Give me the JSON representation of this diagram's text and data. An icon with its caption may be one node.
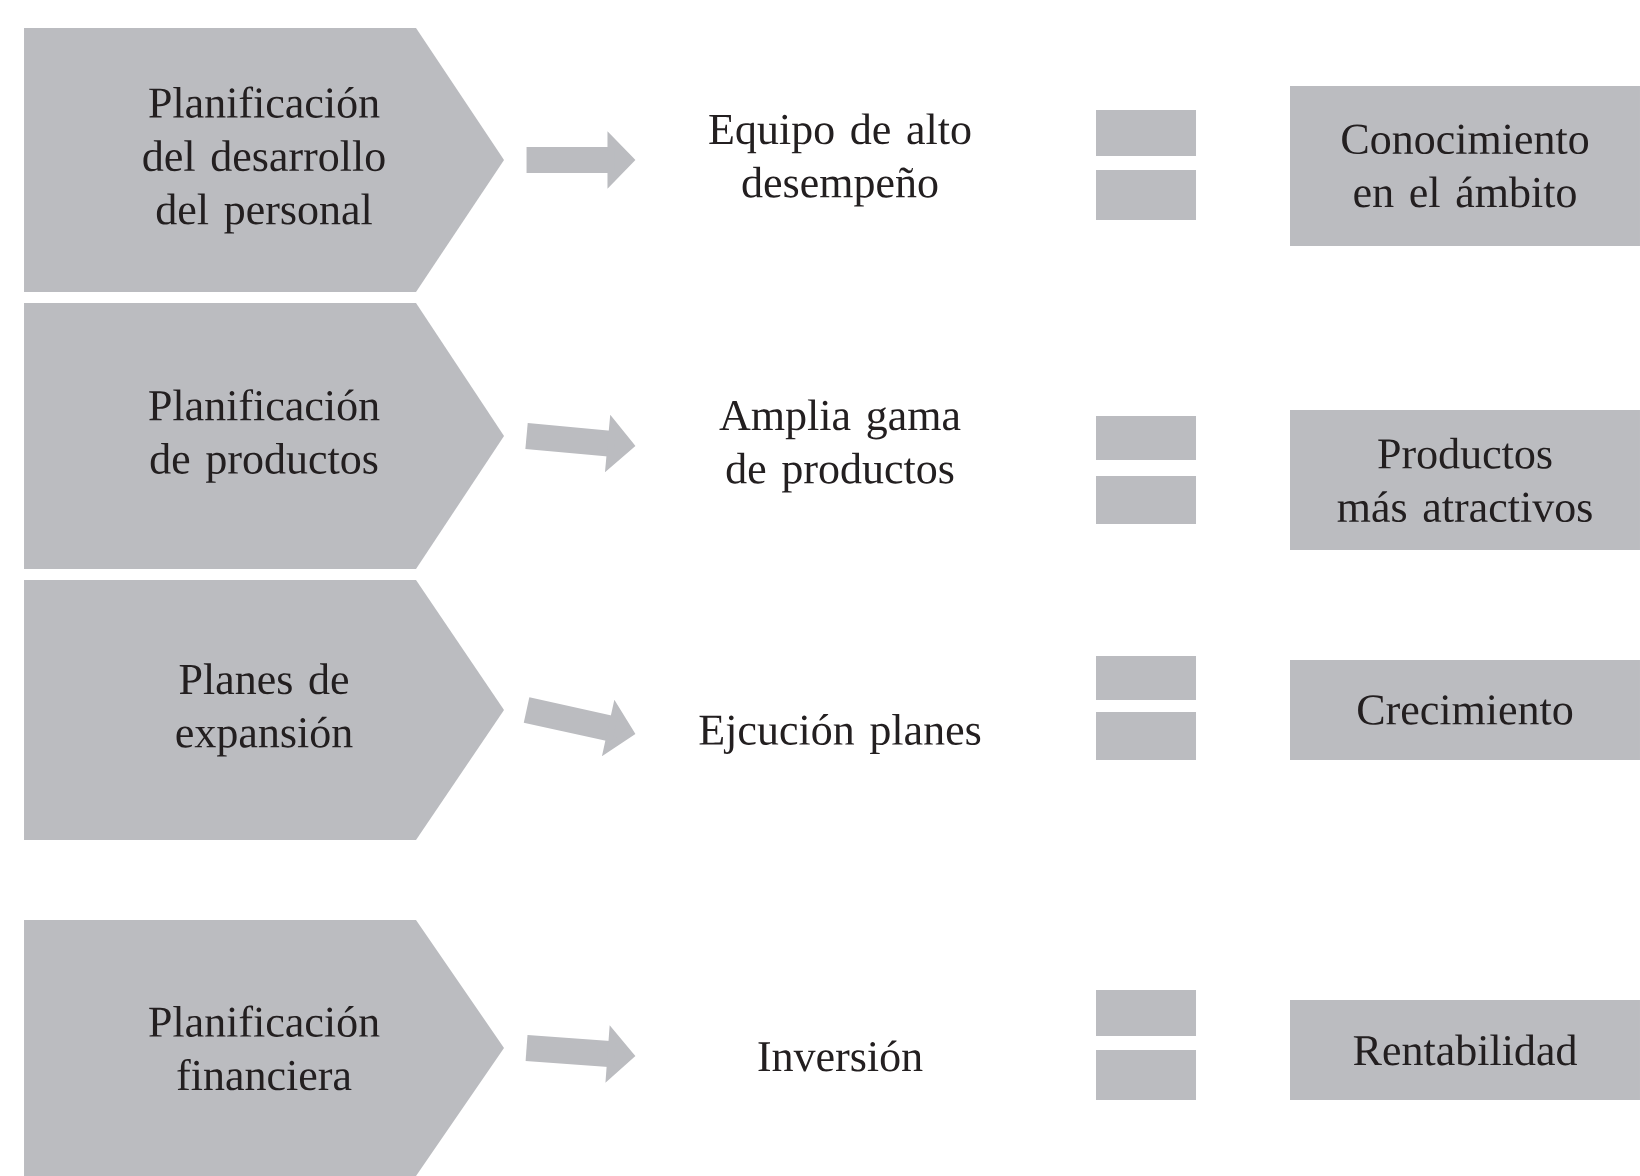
{
  "diagram": {
    "nodes": [
      {
        "text": [
          "Planificación del desarrollo del personal"
        ]
      },
      {
        "text": [
          "Equipo de alto desempeño"
        ]
      },
      {
        "text": [
          "Conocimiento en el ámbito"
        ]
      },
      {
        "text": [
          "Planificación de productos"
        ]
      },
      {
        "text": [
          "Amplia gama de productos"
        ]
      },
      {
        "text": [
          "Productos más atractivos"
        ]
      },
      {
        "text": [
          "Planes de expansión"
        ]
      },
      {
        "text": [
          "Ejcución planes"
        ]
      },
      {
        "text": [
          "Crecimiento"
        ]
      },
      {
        "text": [
          "Planificación financiera"
        ]
      },
      {
        "text": [
          "Inversión"
        ]
      },
      {
        "text": [
          "Rentabilidad"
        ]
      }
    ],
    "edges": [
      {
        "from": 0,
        "to": 1,
        "arrow": "to"
      },
      {
        "from": 3,
        "to": 4,
        "arrow": "to"
      },
      {
        "from": 6,
        "to": 7,
        "arrow": "to"
      },
      {
        "from": 9,
        "to": 10,
        "arrow": "to"
      }
    ]
  }
}
